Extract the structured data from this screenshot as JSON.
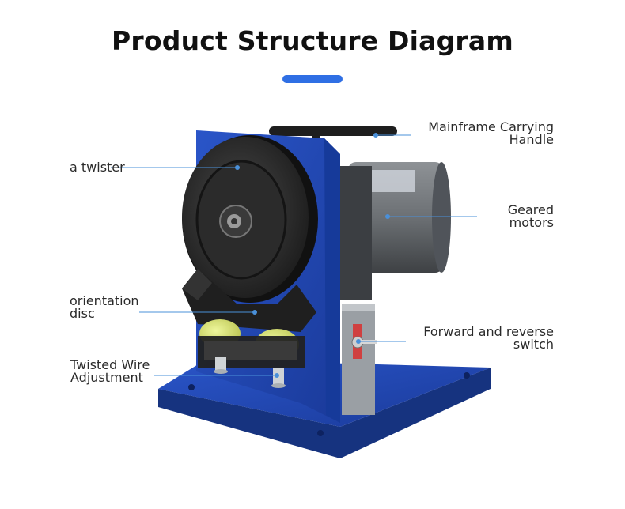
{
  "title": "Product Structure Diagram",
  "accent_color": "#2f6fe4",
  "leader_color": "#4a90d9",
  "labels": {
    "handle": "Mainframe Carrying\nHandle",
    "twister": "a twister",
    "motor": "Geared\nmotors",
    "disc": "orientation\ndisc",
    "switch": "Forward and reverse\nswitch",
    "adjust": "Twisted Wire\nAdjustment"
  }
}
